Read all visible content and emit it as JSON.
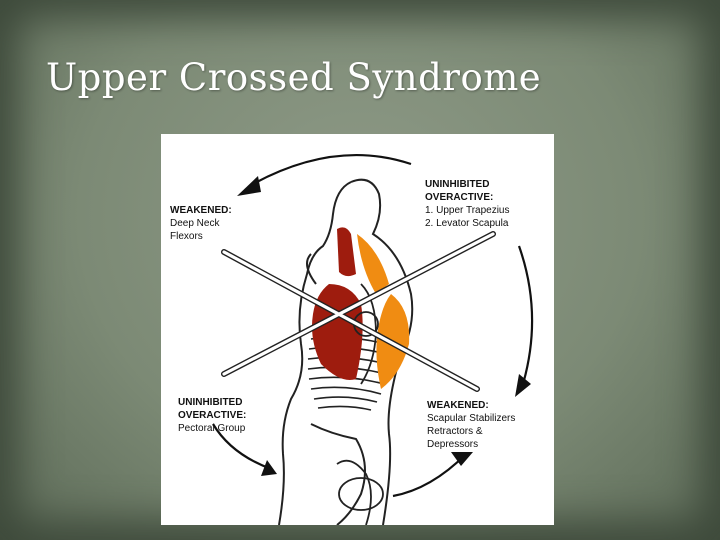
{
  "slide": {
    "title": "Upper Crossed Syndrome"
  },
  "diagram": {
    "weakened_top": {
      "heading": "WEAKENED:",
      "lines": [
        "Deep Neck",
        "Flexors"
      ]
    },
    "overactive_top": {
      "heading_lines": [
        "UNINHIBITED",
        "OVERACTIVE:"
      ],
      "items": [
        "1. Upper Trapezius",
        "2. Levator Scapula"
      ]
    },
    "overactive_bottom": {
      "heading_lines": [
        "UNINHIBITED",
        "OVERACTIVE:"
      ],
      "items": [
        "Pectoral Group"
      ]
    },
    "weakened_bottom": {
      "heading": "WEAKENED:",
      "lines": [
        "Scapular Stabilizers",
        "Retractors &",
        "Depressors"
      ]
    },
    "colors": {
      "overactive_muscle": "#9e1c0e",
      "weakened_muscle": "#f08c12",
      "background": "#7c8a75"
    }
  }
}
